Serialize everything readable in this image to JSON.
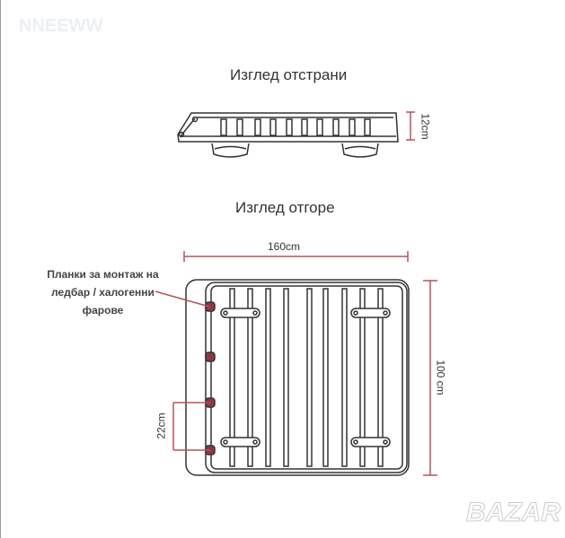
{
  "watermark": "NNEEWW",
  "side_view": {
    "title": "Изглед отстрани",
    "height_label": "12cm"
  },
  "top_view": {
    "title": "Изглед отгоре",
    "width_label": "160cm",
    "depth_label": "100 cm",
    "spacing_label": "22cm"
  },
  "annotation": {
    "line1": "Планки за монтаж на",
    "line2": "ледбар / халогенни",
    "line3": "фарове"
  },
  "logo": "BAZAR",
  "colors": {
    "dimension": "#b5525e",
    "lines": "#333333"
  }
}
